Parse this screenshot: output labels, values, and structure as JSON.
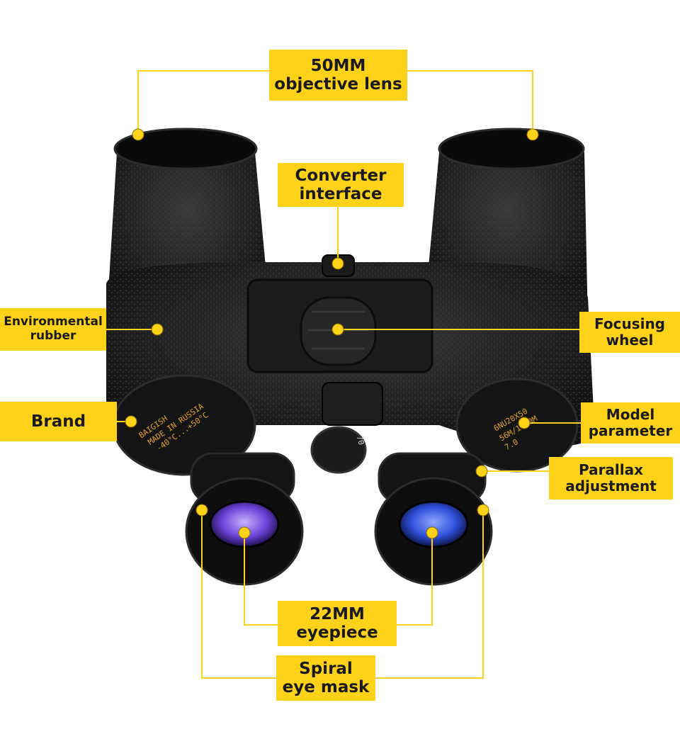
{
  "labels": {
    "objective_lens": {
      "line1": "50MM",
      "line2": "objective lens"
    },
    "converter_interface": {
      "line1": "Converter",
      "line2": "interface"
    },
    "environmental_rubber": {
      "line1": "Environmental",
      "line2": "rubber"
    },
    "focusing_wheel": {
      "line1": "Focusing",
      "line2": "wheel"
    },
    "brand": {
      "line1": "Brand"
    },
    "model_parameter": {
      "line1": "Model",
      "line2": "parameter"
    },
    "parallax_adjustment": {
      "line1": "Parallax",
      "line2": "adjustment"
    },
    "eyepiece": {
      "line1": "22MM",
      "line2": "eyepiece"
    },
    "eye_mask": {
      "line1": "Spiral",
      "line2": "eye mask"
    }
  },
  "product_print": {
    "brand_name": "BAIGISH",
    "made_in": "MADE IN RUSSIA",
    "temp_range": "-40°C...+50°C",
    "model_code": "6NU20X50",
    "field": "56M/1000M",
    "small_number": "7.0",
    "wheel_number": "70"
  },
  "colors": {
    "accent_yellow": "#ffd21a",
    "leader_line": "#ffd21a",
    "body_black": "#141414",
    "print_gold": "#e3a52c",
    "lens_blue": "#2f4fd8",
    "lens_violet": "#6b44d9"
  }
}
